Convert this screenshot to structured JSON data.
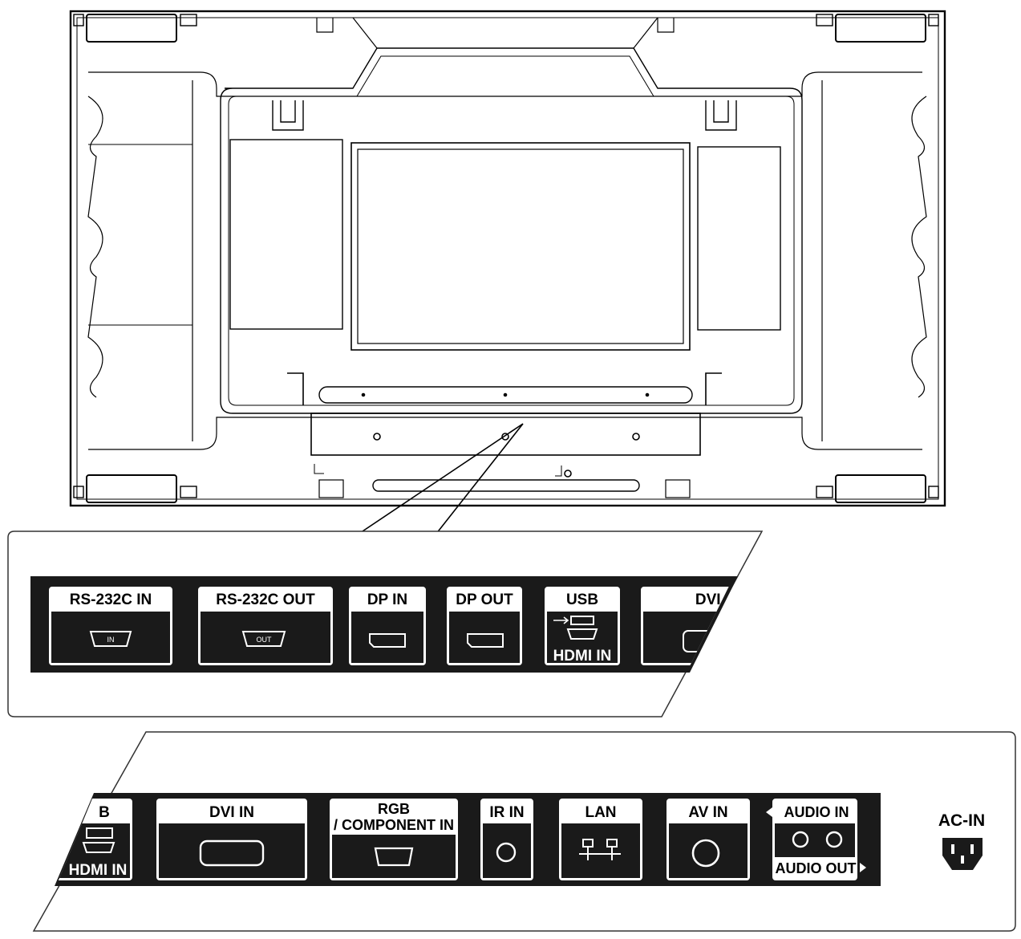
{
  "panel_top": {
    "ports": [
      {
        "id": "rs232c-in",
        "label": "RS-232C IN",
        "inner_label": "IN"
      },
      {
        "id": "rs232c-out",
        "label": "RS-232C OUT",
        "inner_label": "OUT"
      },
      {
        "id": "dp-in",
        "label": "DP IN"
      },
      {
        "id": "dp-out",
        "label": "DP OUT"
      },
      {
        "id": "usb",
        "label": "USB",
        "hdmi_label": "HDMI IN"
      },
      {
        "id": "dvi-in-partial",
        "label": "DVI I"
      }
    ]
  },
  "panel_bottom": {
    "ports": [
      {
        "id": "usb-partial",
        "label": "B",
        "hdmi_label": "HDMI IN"
      },
      {
        "id": "dvi-in",
        "label": "DVI IN"
      },
      {
        "id": "rgb-component-in",
        "label_line1": "RGB",
        "label_line2": "/ COMPONENT IN"
      },
      {
        "id": "ir-in",
        "label": "IR IN"
      },
      {
        "id": "lan",
        "label": "LAN"
      },
      {
        "id": "av-in",
        "label": "AV IN"
      },
      {
        "id": "audio",
        "label_top": "AUDIO IN",
        "label_bottom": "AUDIO OUT"
      }
    ],
    "ac_in_label": "AC-IN"
  }
}
